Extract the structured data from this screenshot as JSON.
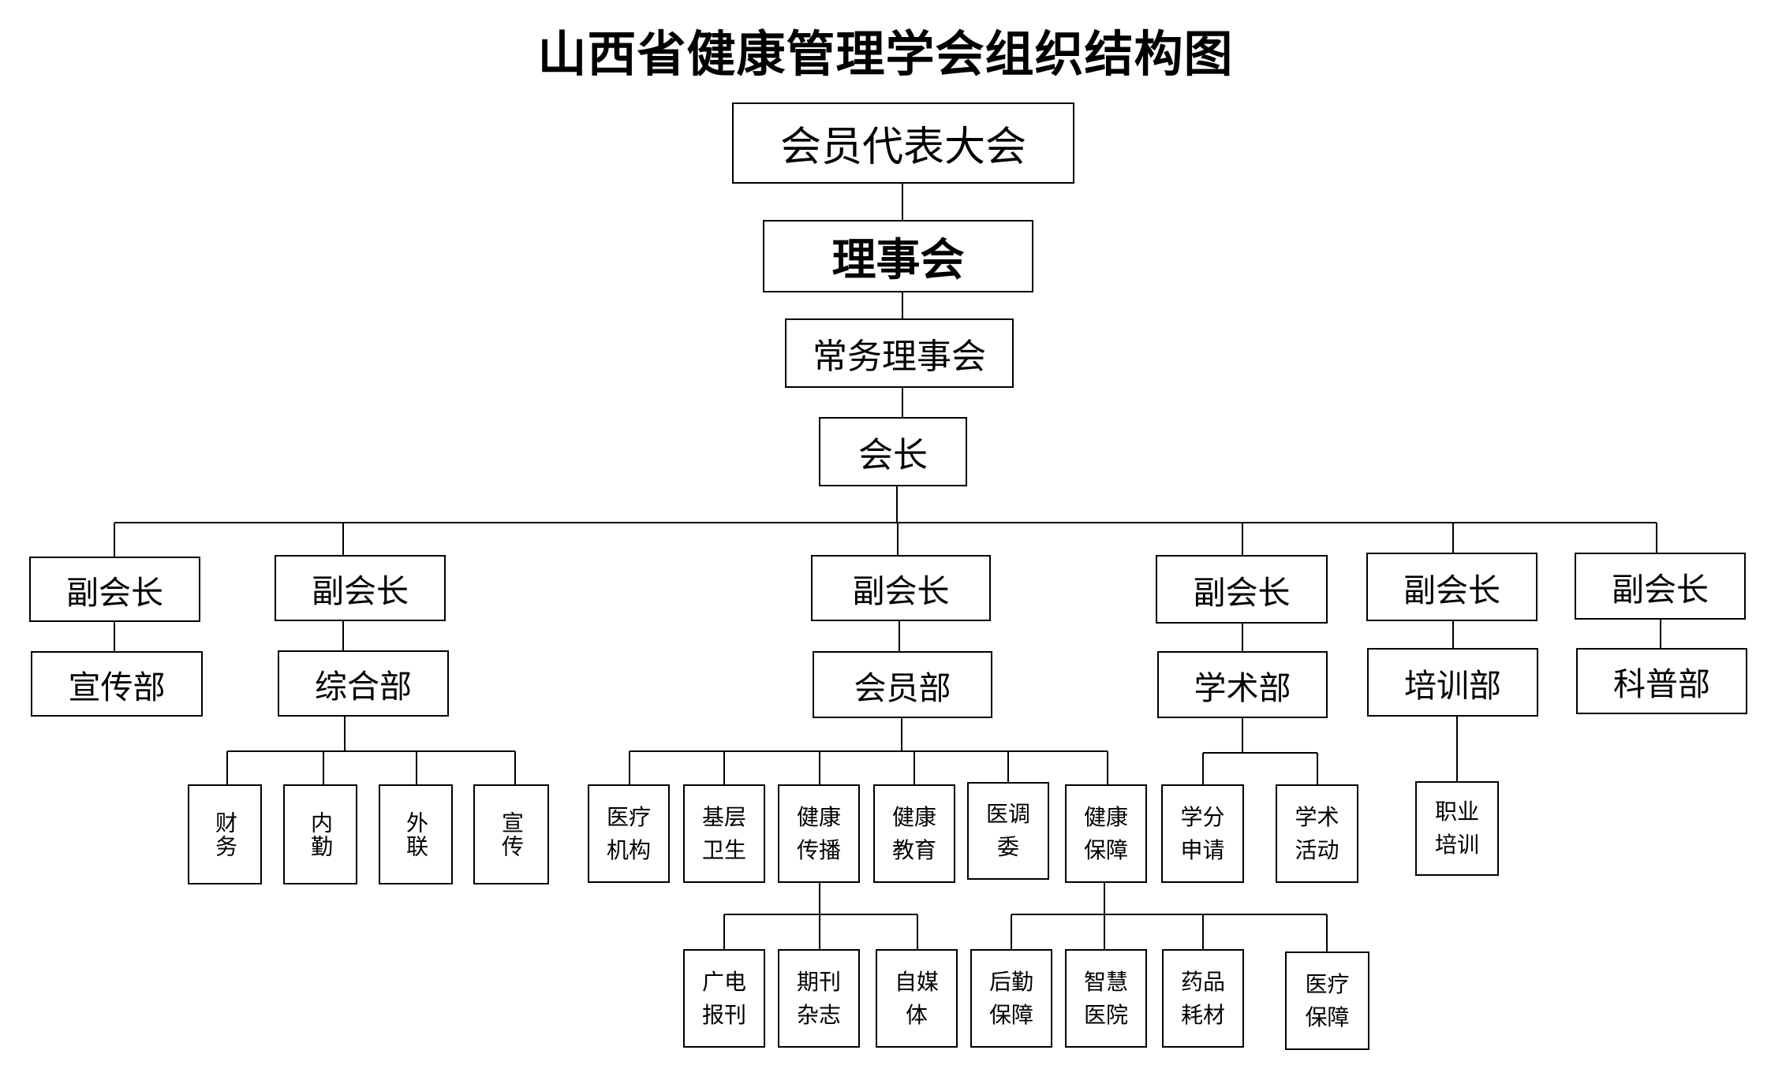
{
  "title": "山西省健康管理学会组织结构图",
  "top": {
    "assembly": "会员代表大会",
    "council": "理事会",
    "standing": "常务理事会",
    "president": "会长"
  },
  "vice_presidents": [
    "副会长",
    "副会长",
    "副会长",
    "副会长",
    "副会长",
    "副会长"
  ],
  "departments": [
    "宣传部",
    "综合部",
    "会员部",
    "学术部",
    "培训部",
    "科普部"
  ],
  "general_units": [
    "财务",
    "内勤",
    "外联",
    "宣传"
  ],
  "member_units": [
    "医疗\n机构",
    "基层\n卫生",
    "健康\n传播",
    "健康\n教育",
    "医调\n委",
    "健康\n保障"
  ],
  "media_units": [
    "广电\n报刊",
    "期刊\n杂志",
    "自媒\n体"
  ],
  "security_units": [
    "后勤\n保障",
    "智慧\n医院",
    "药品\n耗材",
    "医疗\n保障"
  ],
  "academic_units": [
    "学分\n申请",
    "学术\n活动"
  ],
  "training_units": [
    "职业\n培训"
  ]
}
